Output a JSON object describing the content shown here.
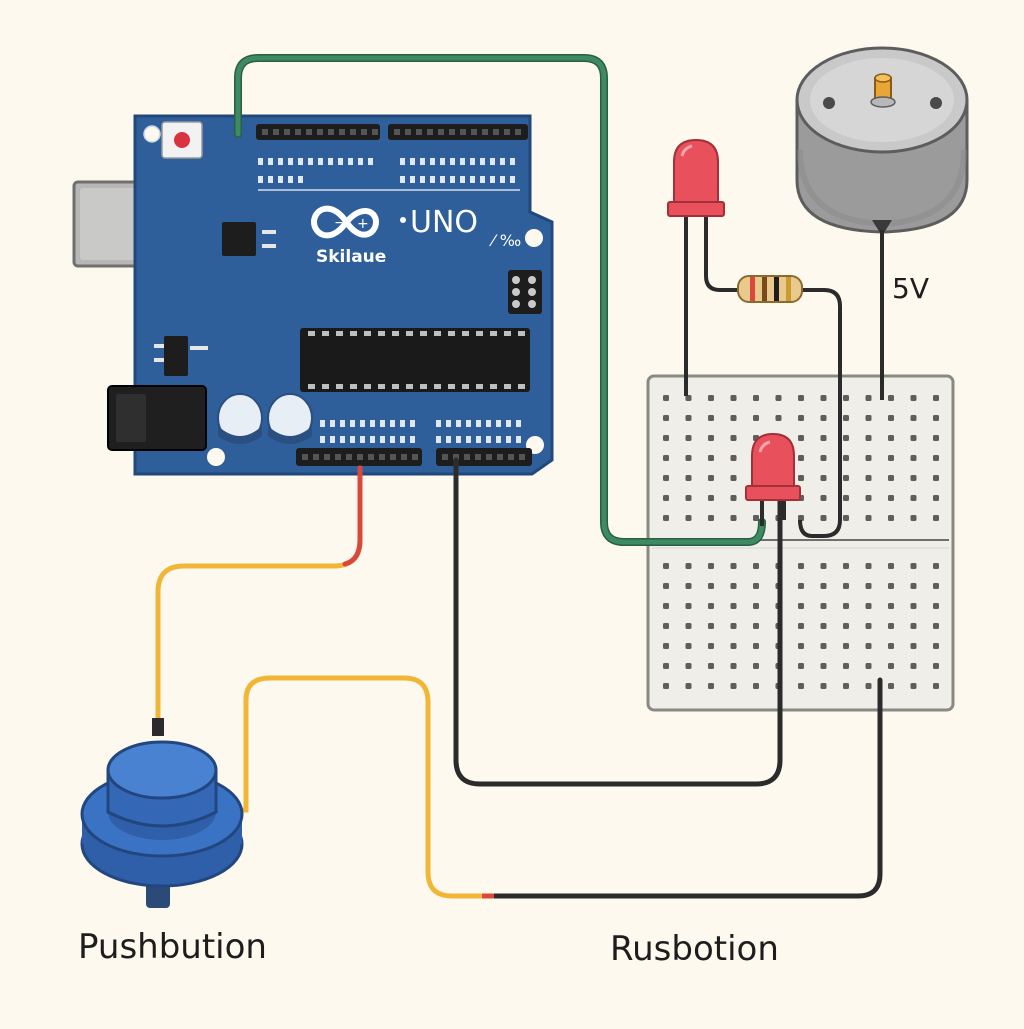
{
  "diagram": {
    "board": {
      "logo_text": "UNO",
      "sub_text": "Skilaue"
    },
    "motor": {
      "voltage_label": "5V"
    },
    "labels": {
      "pushbutton": "Pushbution",
      "right": "Rusbotion"
    },
    "colors": {
      "background": "#fdf9ee",
      "board": "#2e5f9a",
      "board_edge": "#21487a",
      "wire_green": "#3e8a63",
      "wire_yellow": "#f2b637",
      "wire_red": "#d9483b",
      "wire_black": "#2b2b2b",
      "led": "#e8505b",
      "button": "#3b73c4",
      "motor": "#a3a3a3",
      "breadboard": "#efeee8"
    },
    "icons": [
      "usb-port-icon",
      "dc-jack-icon",
      "led-icon",
      "resistor-icon",
      "motor-icon",
      "pushbutton-icon",
      "breadboard-icon"
    ]
  }
}
